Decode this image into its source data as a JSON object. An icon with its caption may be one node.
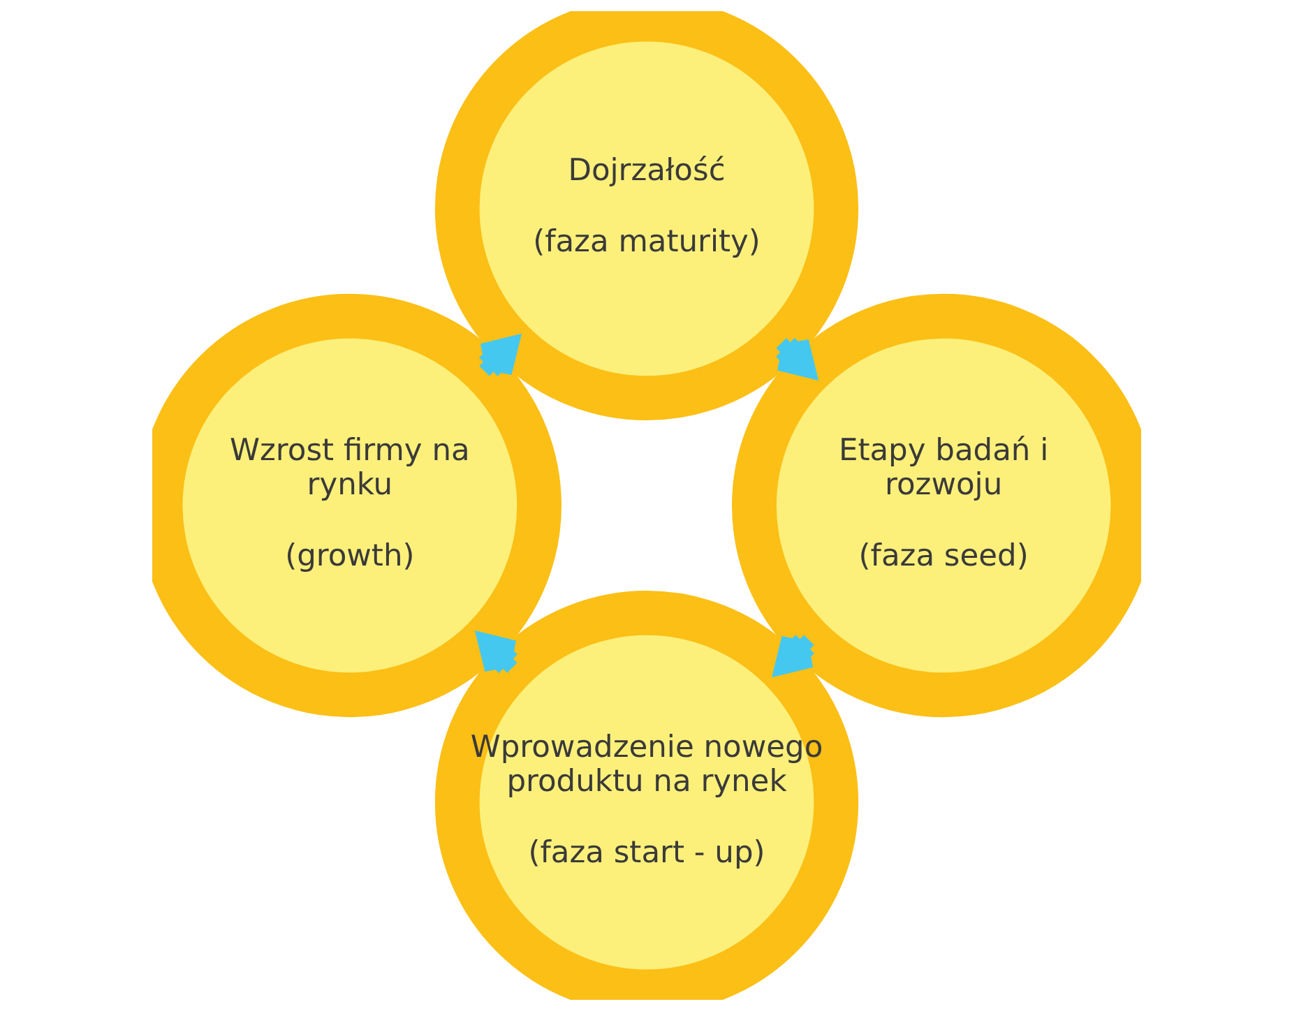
{
  "diagram": {
    "nodes": [
      {
        "text": [
          "Wprowadzenie nowego produktu na rynek",
          "(faza start - up)"
        ]
      },
      {
        "text": [
          "Etapy badań i rozwoju",
          "(faza seed)"
        ]
      },
      {
        "text": [
          "Wzrost firmy na rynku",
          "(growth)"
        ]
      },
      {
        "text": [
          "Dojrzałość",
          "(faza maturity)"
        ]
      }
    ],
    "edges": [
      {
        "from": 1,
        "to": 0,
        "arrow": "to"
      },
      {
        "from": 0,
        "to": 2,
        "arrow": "to"
      },
      {
        "from": 2,
        "to": 3,
        "arrow": "to"
      },
      {
        "from": 3,
        "to": 1,
        "arrow": "to"
      }
    ]
  }
}
